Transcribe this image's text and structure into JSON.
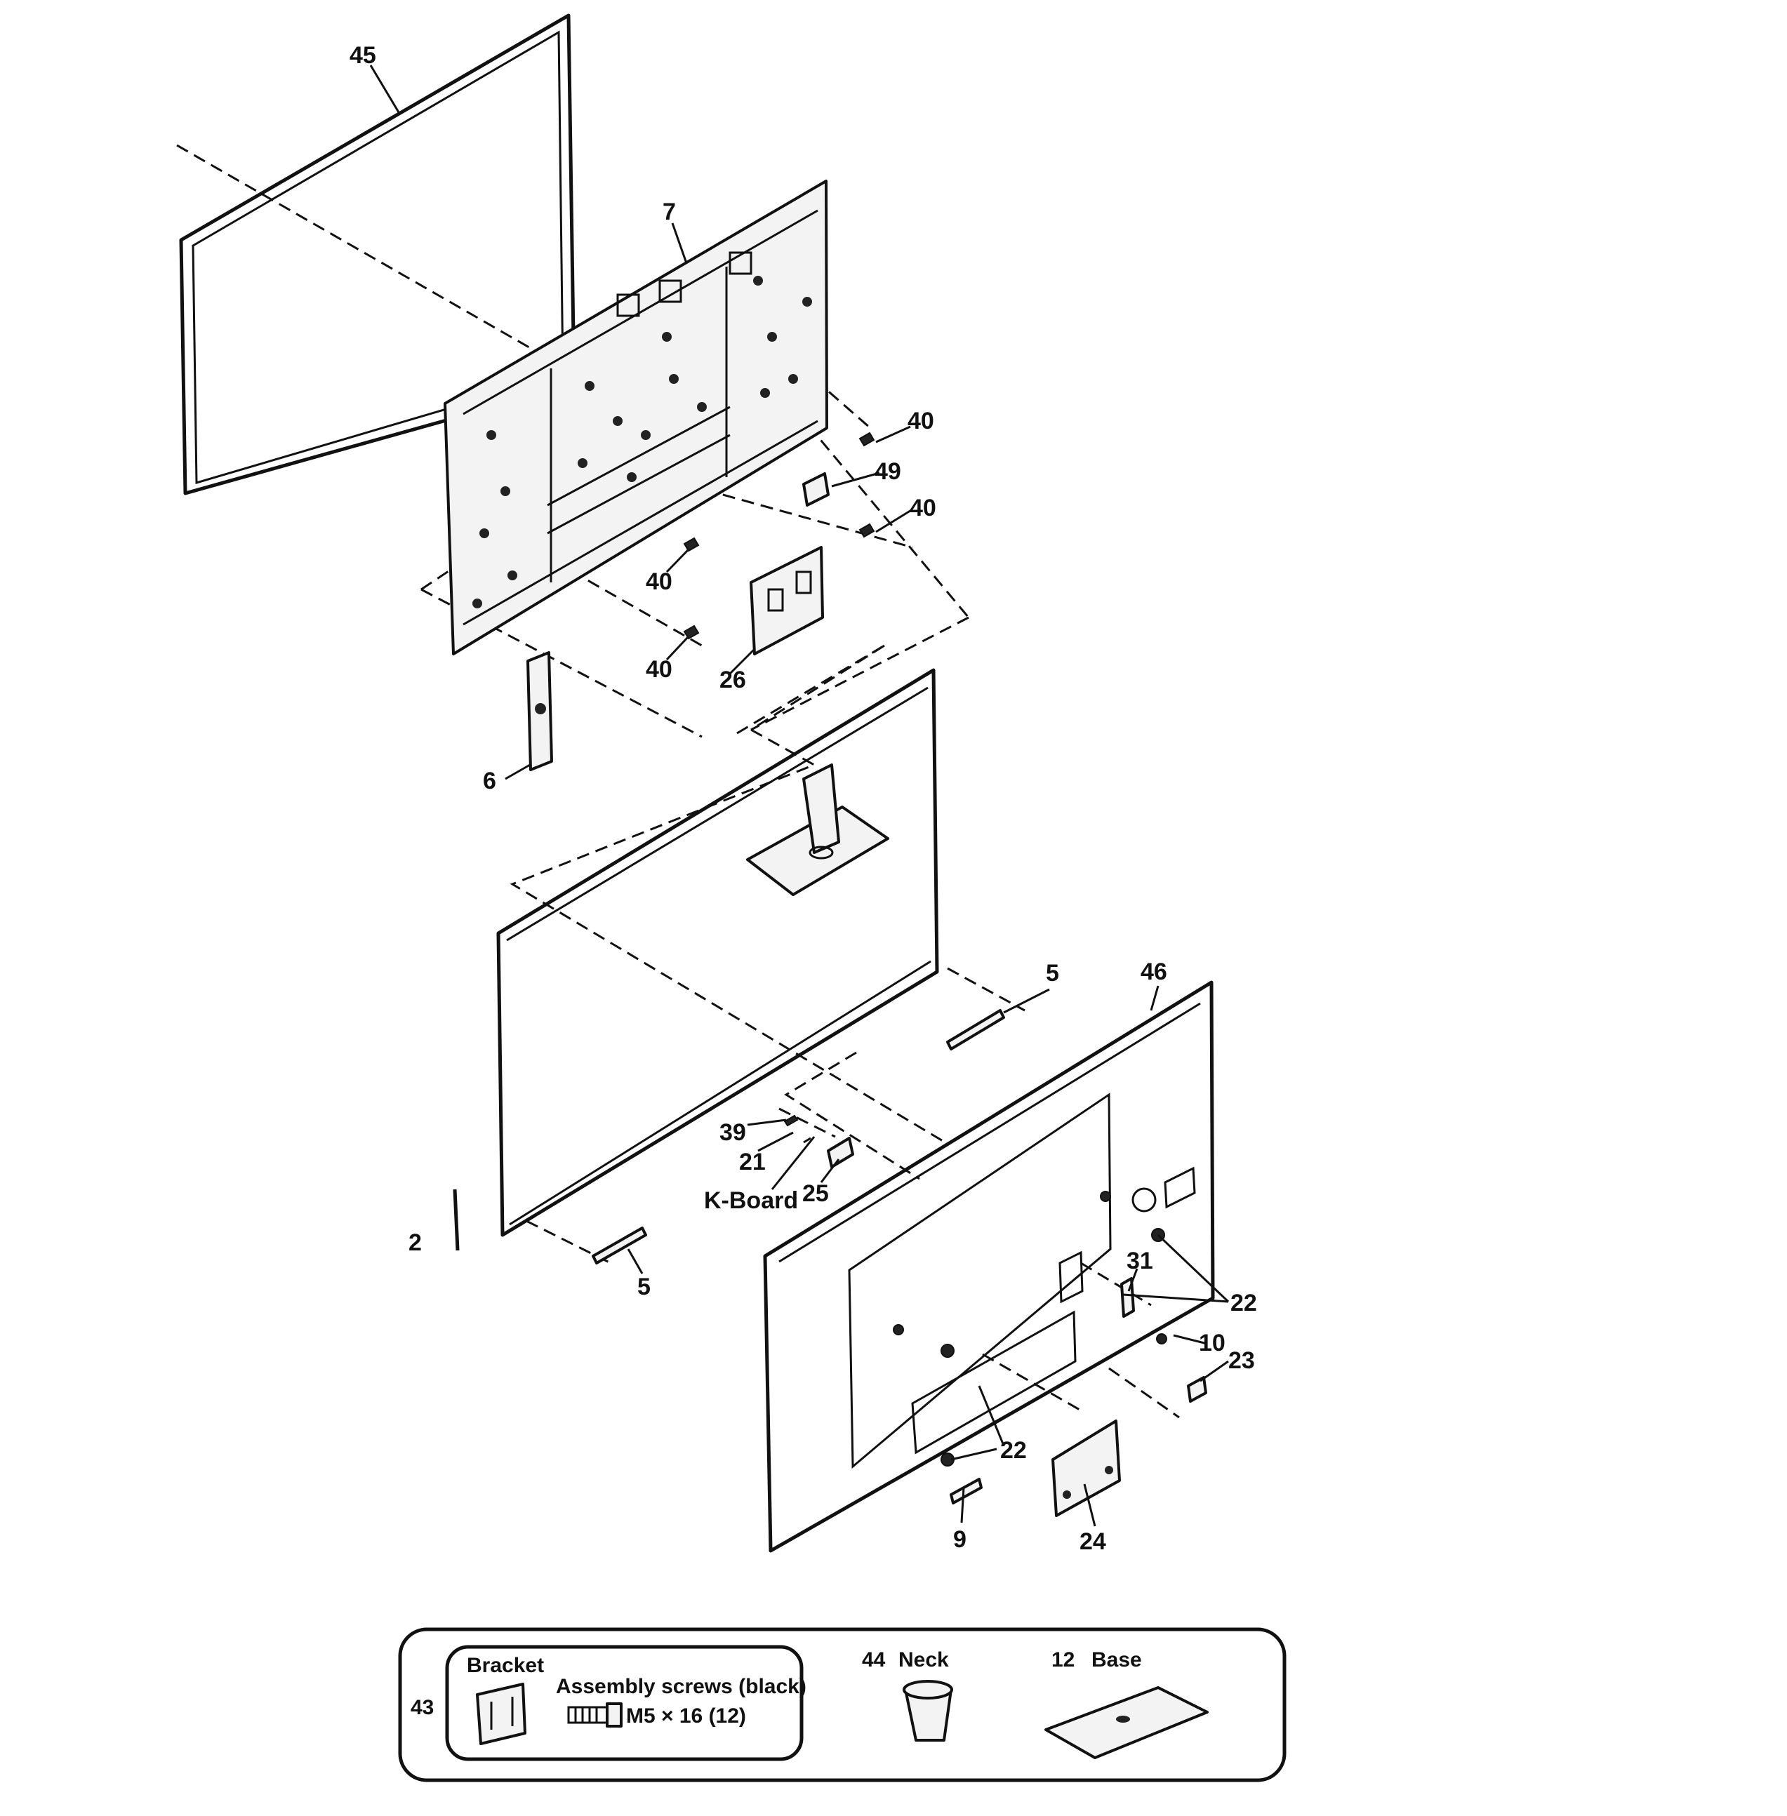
{
  "callouts": {
    "c45": "45",
    "c7": "7",
    "c40a": "40",
    "c49": "49",
    "c40b": "40",
    "c40c": "40",
    "c40d": "40",
    "c26": "26",
    "c6": "6",
    "c5a": "5",
    "c46": "46",
    "c39": "39",
    "c21": "21",
    "c25": "25",
    "kboard": "K-Board",
    "c2": "2",
    "c5b": "5",
    "c31": "31",
    "c22a": "22",
    "c10": "10",
    "c23": "23",
    "c22b": "22",
    "c9": "9",
    "c24": "24"
  },
  "legend": {
    "item43_number": "43",
    "bracket_label": "Bracket",
    "screws_label": "Assembly screws (black)",
    "screws_spec": "M5 × 16 (12)",
    "item44_number": "44",
    "item44_label": "Neck",
    "item12_number": "12",
    "item12_label": "Base"
  }
}
